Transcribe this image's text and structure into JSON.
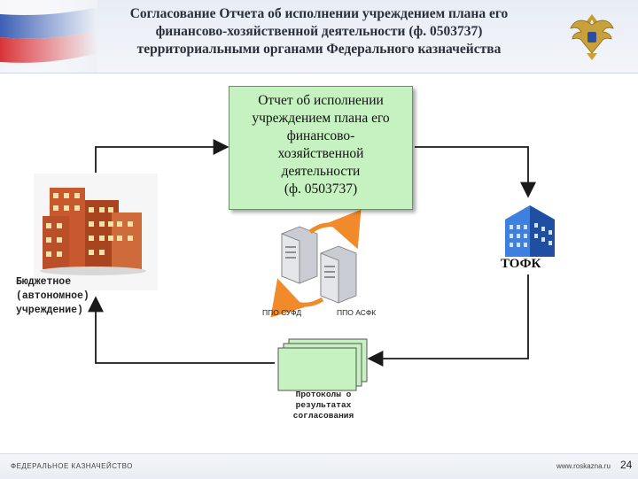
{
  "header": {
    "title_lines": [
      "Согласование Отчета об исполнении учреждением плана его",
      "финансово-хозяйственной деятельности (ф. 0503737)",
      "территориальными органами Федерального казначейства"
    ]
  },
  "report_box": {
    "lines": [
      "Отчет об исполнении",
      "учреждением плана его",
      "финансово-",
      "хозяйственной",
      "деятельности",
      "(ф. 0503737)"
    ]
  },
  "institution": {
    "lines": [
      "Бюджетное",
      "(автономное)",
      "учреждение)"
    ]
  },
  "tofk": {
    "label": "ТОФК"
  },
  "servers": {
    "left_label": "ППО СУФД",
    "right_label": "ППО АСФК"
  },
  "protocols": {
    "lines": [
      "Протоколы о",
      "результатах",
      "согласования"
    ]
  },
  "footer": {
    "left": "ФЕДЕРАЛЬНОЕ КАЗНАЧЕЙСТВО",
    "url": "www.roskazna.ru",
    "page": "24"
  },
  "colors": {
    "report_fill": "#c6f1c0",
    "arrow": "#1a1a1a",
    "cycle_arrow": "#f08a2a",
    "building_brick": "#c8582e",
    "tofk_blue": "#2f6fd0"
  }
}
